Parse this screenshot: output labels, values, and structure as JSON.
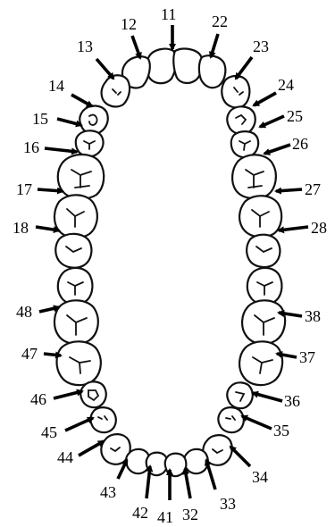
{
  "diagram": {
    "upper_arch": {
      "right_labels": [
        "11",
        "12",
        "13",
        "14",
        "15",
        "16",
        "17",
        "18"
      ],
      "left_labels": [
        "22",
        "23",
        "24",
        "25",
        "26",
        "27",
        "28"
      ]
    },
    "lower_arch": {
      "left_labels": [
        "32",
        "33",
        "34",
        "35",
        "36",
        "37",
        "38"
      ],
      "right_labels": [
        "41",
        "42",
        "43",
        "44",
        "45",
        "46",
        "47",
        "48"
      ]
    }
  }
}
